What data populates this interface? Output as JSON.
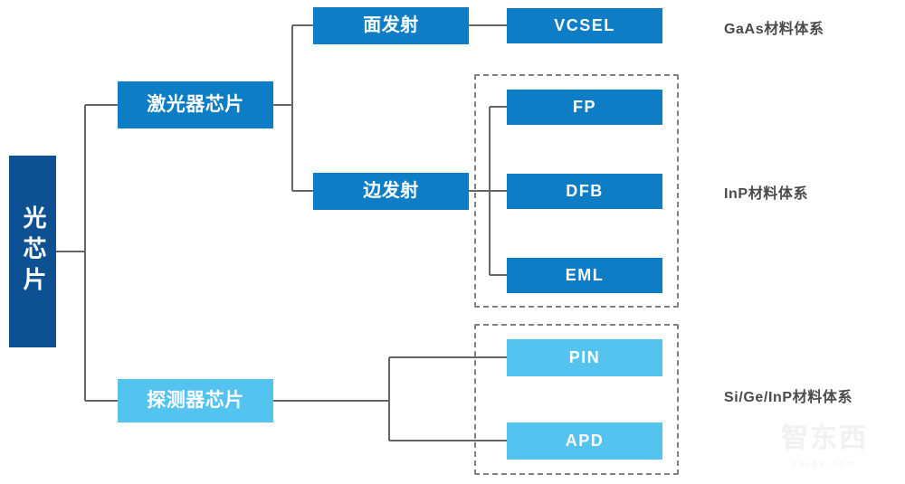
{
  "diagram": {
    "title": "光芯片",
    "root": {
      "label": "光芯片"
    },
    "branches": [
      {
        "label": "激光器芯片",
        "children": [
          {
            "label": "面发射",
            "leaves": [
              {
                "label": "VCSEL"
              }
            ]
          },
          {
            "label": "边发射",
            "leaves": [
              {
                "label": "FP"
              },
              {
                "label": "DFB"
              },
              {
                "label": "EML"
              }
            ]
          }
        ]
      },
      {
        "label": "探测器芯片",
        "children": [
          {
            "label": "",
            "leaves": [
              {
                "label": "PIN"
              },
              {
                "label": "APD"
              }
            ]
          }
        ]
      }
    ],
    "nodes": {
      "root": "光芯片",
      "laser_chip": "激光器芯片",
      "detector_chip": "探测器芯片",
      "surface_emitting": "面发射",
      "edge_emitting": "边发射",
      "vcsel": "VCSEL",
      "fp": "FP",
      "dfb": "DFB",
      "eml": "EML",
      "pin": "PIN",
      "apd": "APD"
    },
    "side_labels": {
      "gaas": "GaAs材料体系",
      "inp": "InP材料体系",
      "si_ge_inp": "Si/Ge/InP材料体系"
    },
    "colors": {
      "dark_blue": "#0d5193",
      "medium_blue": "#0d7dc5",
      "light_blue": "#55c3ef",
      "connector": "#666666",
      "dashed_border": "#808080",
      "label_text": "#4a4a4a",
      "background": "#ffffff"
    }
  },
  "watermark": {
    "logo": "智东西",
    "site": "zhidx.com"
  }
}
